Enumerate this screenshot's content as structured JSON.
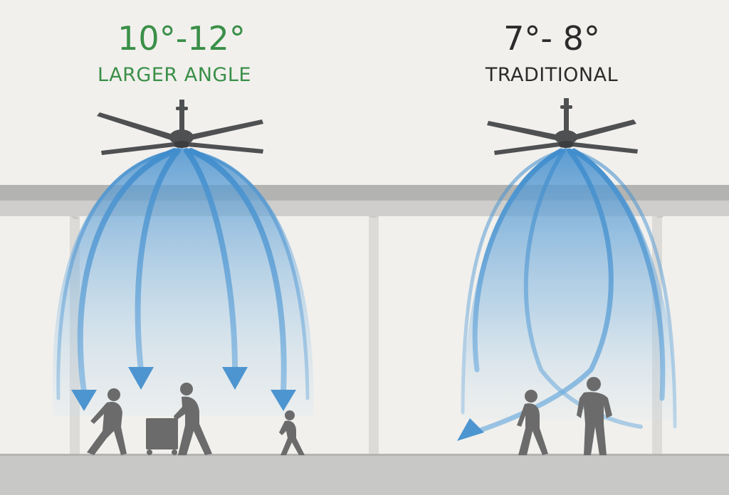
{
  "panels": [
    {
      "angle": "10°-12°",
      "caption": "LARGER ANGLE",
      "color": "#3a8f48"
    },
    {
      "angle": "7°- 8°",
      "caption": "TRADITIONAL",
      "color": "#2b2b2b"
    }
  ],
  "colors": {
    "background": "#f1f0ed",
    "airflow": "#5b9fd4",
    "beam": "#b5b5b5",
    "floor": "#c8c8c6",
    "silhouette": "#6b6b6b"
  },
  "icons": [
    "ceiling-fan-icon",
    "airflow-arrow-icon",
    "person-walking-icon",
    "person-pushing-cart-icon",
    "child-walking-icon",
    "person-standing-icon"
  ]
}
